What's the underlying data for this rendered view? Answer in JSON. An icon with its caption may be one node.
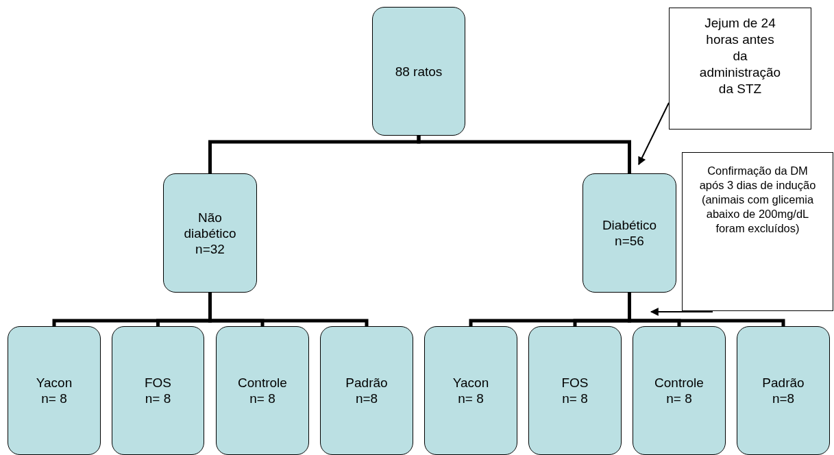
{
  "diagram": {
    "nodes": [
      {
        "text": [
          "88 ratos"
        ]
      },
      {
        "text": [
          "Jejum de 24 horas antes da administração da STZ"
        ]
      },
      {
        "text": [
          "Não diabético",
          "n=32"
        ]
      },
      {
        "text": [
          "Diabético",
          "n=56"
        ]
      },
      {
        "text": [
          "Confirmação da DM após 3 dias de indução (animais com glicemia abaixo de 200mg/dL foram excluídos)"
        ]
      },
      {
        "text": [
          "Yacon",
          "n= 8"
        ]
      },
      {
        "text": [
          "FOS",
          "n= 8"
        ]
      },
      {
        "text": [
          "Controle",
          "n= 8"
        ]
      },
      {
        "text": [
          "Padrão",
          "n=8"
        ]
      },
      {
        "text": [
          "Yacon",
          "n= 8"
        ]
      },
      {
        "text": [
          "FOS",
          "n= 8"
        ]
      },
      {
        "text": [
          "Controle",
          "n= 8"
        ]
      },
      {
        "text": [
          "Padrão",
          "n=8"
        ]
      }
    ],
    "edges": [
      {
        "from": 0,
        "to": 2,
        "arrow": "none"
      },
      {
        "from": 0,
        "to": 3,
        "arrow": "none"
      },
      {
        "from": 2,
        "to": 5,
        "arrow": "none"
      },
      {
        "from": 2,
        "to": 6,
        "arrow": "none"
      },
      {
        "from": 2,
        "to": 7,
        "arrow": "none"
      },
      {
        "from": 2,
        "to": 8,
        "arrow": "none"
      },
      {
        "from": 3,
        "to": 9,
        "arrow": "none"
      },
      {
        "from": 3,
        "to": 10,
        "arrow": "none"
      },
      {
        "from": 3,
        "to": 11,
        "arrow": "none"
      },
      {
        "from": 3,
        "to": 12,
        "arrow": "none"
      },
      {
        "from": 1,
        "to": 3,
        "arrow": "to"
      },
      {
        "from": 4,
        "to": 3,
        "arrow": "to"
      }
    ]
  }
}
